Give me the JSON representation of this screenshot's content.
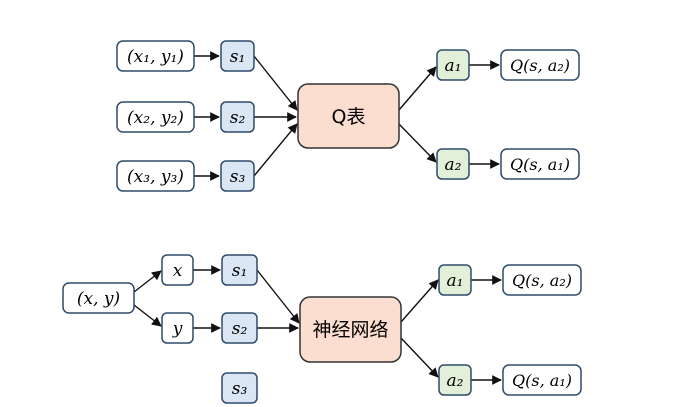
{
  "top": {
    "inputs": [
      "(x₁, y₁)",
      "(x₂, y₂)",
      "(x₃, y₃)"
    ],
    "states": [
      "s₁",
      "s₂",
      "s₃"
    ],
    "center": "Q表",
    "actions": [
      "a₁",
      "a₂"
    ],
    "outputs": [
      "Q(s, a₂)",
      "Q(s, a₁)"
    ]
  },
  "bottom": {
    "input": "(x, y)",
    "features": [
      "x",
      "y"
    ],
    "states": [
      "s₁",
      "s₂",
      "s₃"
    ],
    "center": "神经网络",
    "actions": [
      "a₁",
      "a₂"
    ],
    "outputs": [
      "Q(s, a₂)",
      "Q(s, a₁)"
    ]
  },
  "colors": {
    "input_fill": "#ffffff",
    "input_stroke": "#2e4a6b",
    "state_fill": "#dbe6f5",
    "state_stroke": "#2e4a6b",
    "center_fill": "#fbded0",
    "center_stroke": "#333333",
    "action_fill": "#e2efd9",
    "action_stroke": "#2e4a6b",
    "arrow": "#111111"
  }
}
